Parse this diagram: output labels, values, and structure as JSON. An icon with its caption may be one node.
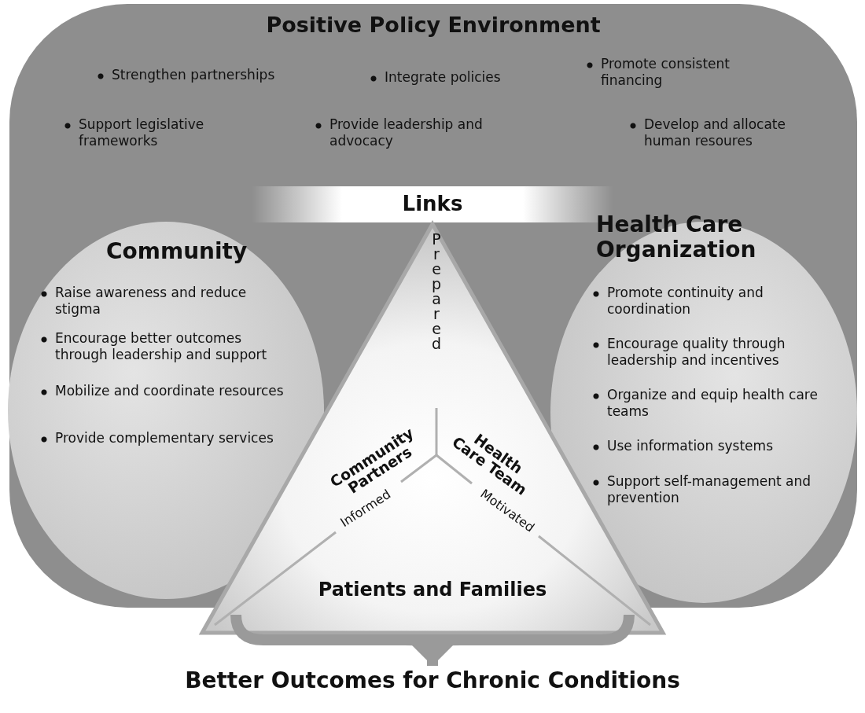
{
  "diagram": {
    "nodes": [
      {
        "text": [
          "Positive Policy Environment",
          "Strengthen partnerships",
          "Integrate policies",
          "Promote consistent financing",
          "Support legislative frameworks",
          "Provide leadership and advocacy",
          "Develop and allocate human resoures"
        ]
      },
      {
        "text": [
          "Links"
        ],
        "in": 0
      },
      {
        "text": [
          "Community",
          "Raise awareness and reduce stigma",
          "Encourage better outcomes through leadership and support",
          "Mobilize and coordinate resources",
          "Provide complementary services"
        ],
        "in": 0
      },
      {
        "text": [
          "Health Care Organization",
          "Promote continuity and coordination",
          "Encourage quality through leadership and incentives",
          "Organize and equip health care teams",
          "Use information systems",
          "Support self-management and prevention"
        ],
        "in": 0
      },
      {
        "text": [
          "Prepared",
          "Community Partners",
          "Informed",
          "Health Care Team",
          "Motivated",
          "Patients and Families"
        ]
      },
      {
        "text": [
          "Better Outcomes for Chronic Conditions"
        ]
      }
    ],
    "edges": [
      {
        "from": 4,
        "to": 5,
        "arrow": "to"
      }
    ]
  }
}
